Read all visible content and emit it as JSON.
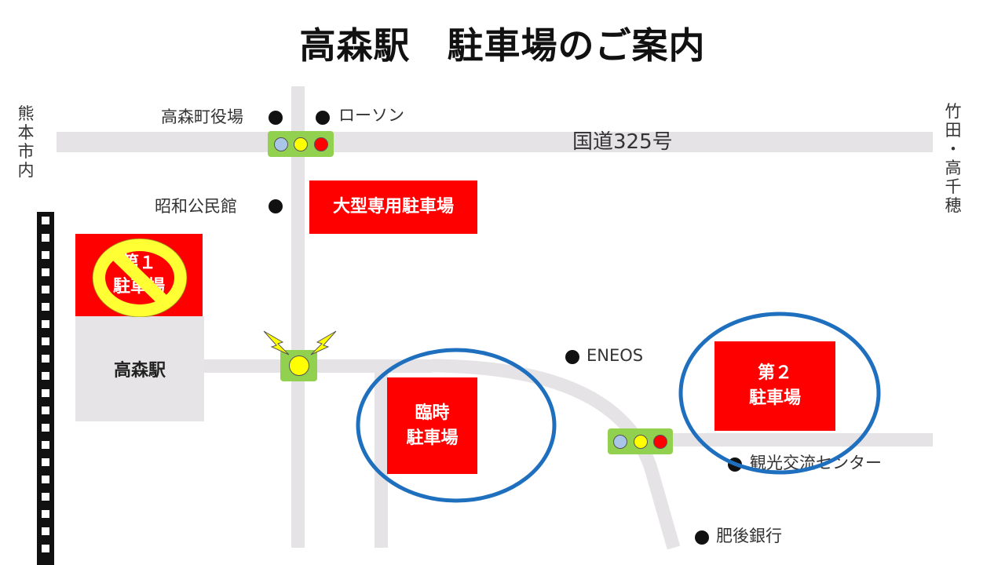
{
  "title": "高森駅　駐車場のご案内",
  "direction_left": [
    "熊",
    "本",
    "市",
    "内"
  ],
  "direction_right": [
    "竹",
    "田",
    "・",
    "高",
    "千",
    "穂"
  ],
  "route_label": "国道325号",
  "landmarks": {
    "town_office": "高森町役場",
    "lawson": "ローソン",
    "showa_hall": "昭和公民館",
    "eneos": "ENEOS",
    "tourism_center": "観光交流センター",
    "higo_bank": "肥後銀行"
  },
  "station_label": "高森駅",
  "parking": {
    "large": "大型専用駐車場",
    "lot1": [
      "第１",
      "駐車場"
    ],
    "temp": [
      "臨時",
      "駐車場"
    ],
    "lot2": [
      "第２",
      "駐車場"
    ]
  },
  "lot1_closed": true,
  "colors": {
    "road": "#e5e3e5",
    "parking": "#ff0000",
    "signal_body": "#92d050",
    "signal_blue": "#a9c6e8",
    "signal_yellow": "#ffff00",
    "signal_red": "#ff0000",
    "circle": "#1f6fbf",
    "prohibition": "#ffff33"
  },
  "icons": [
    "no-entry-icon",
    "lightning-icon",
    "traffic-signal-icon",
    "landmark-dot-icon"
  ]
}
